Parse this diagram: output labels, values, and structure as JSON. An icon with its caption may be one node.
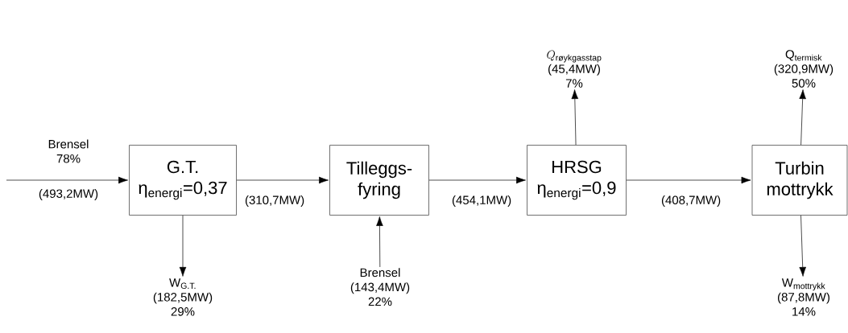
{
  "diagram": {
    "nodes": [
      {
        "text": [
          "G.T.",
          "η$_{energi}$=0,37"
        ]
      },
      {
        "text": [
          "Tilleggs- fyring"
        ]
      },
      {
        "text": [
          "HRSG",
          "η$_{energi}$=0,9"
        ]
      },
      {
        "text": [
          "Turbin mottrykk"
        ]
      },
      {
        "text": [
          "W$_{G.T.}$",
          "(182,5MW)",
          "29%"
        ]
      },
      {
        "text": [
          "Brensel",
          "(143,4MW)",
          "22%"
        ]
      },
      {
        "text": [
          "Q_{\\text{røykgasstap}}",
          "(45,4MW)",
          "7%"
        ]
      },
      {
        "text": [
          "Q$_{termisk}$",
          "(320,9MW)",
          "50%"
        ]
      },
      {
        "text": [
          "W$_{mottrykk}$",
          "(87,8MW)",
          "14%"
        ]
      }
    ],
    "edges": [
      {
        "from": null,
        "to": 0,
        "arrow": "to",
        "label": "Brensel 78%"
      },
      {
        "from": 0,
        "to": 1,
        "arrow": "to",
        "label": "(310,7MW)"
      },
      {
        "from": 1,
        "to": 2,
        "arrow": "to",
        "label": "(454,1MW)"
      },
      {
        "from": 2,
        "to": 3,
        "arrow": "to",
        "label": "(408,7MW)"
      },
      {
        "from": 0,
        "to": 4,
        "arrow": "to"
      },
      {
        "from": 5,
        "to": 1,
        "arrow": "to"
      },
      {
        "from": 2,
        "to": 6,
        "arrow": "to"
      },
      {
        "from": 3,
        "to": 7,
        "arrow": "to"
      },
      {
        "from": 3,
        "to": 8,
        "arrow": "to"
      }
    ],
    "labels": [
      "(493,2MW)"
    ]
  }
}
